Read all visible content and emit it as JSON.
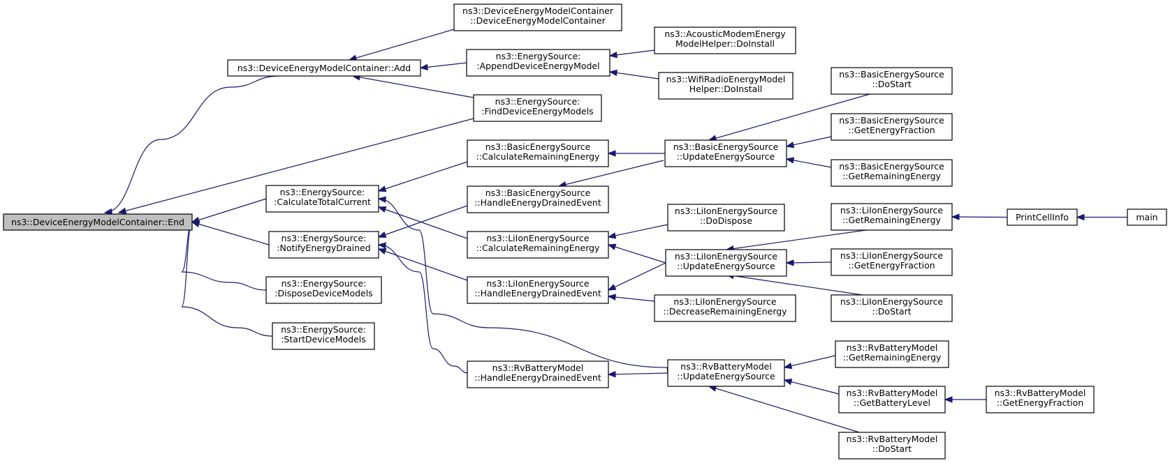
{
  "colors": {
    "edge": "#191970",
    "root_fill": "#bfbfbf",
    "node_fill": "#ffffff",
    "node_border": "#000000"
  },
  "nodes": [
    {
      "id": "end",
      "lines": [
        "ns3::DeviceEnergyModelContainer::End"
      ],
      "root": true
    },
    {
      "id": "add",
      "lines": [
        "ns3::DeviceEnergyModelContainer::Add"
      ]
    },
    {
      "id": "ctor",
      "lines": [
        "ns3::DeviceEnergyModelContainer",
        "::DeviceEnergyModelContainer"
      ]
    },
    {
      "id": "append",
      "lines": [
        "ns3::EnergySource:",
        ":AppendDeviceEnergyModel"
      ]
    },
    {
      "id": "acoustic",
      "lines": [
        "ns3::AcousticModemEnergy",
        "ModelHelper::DoInstall"
      ]
    },
    {
      "id": "wifi",
      "lines": [
        "ns3::WifiRadioEnergyModel",
        "Helper::DoInstall"
      ]
    },
    {
      "id": "find",
      "lines": [
        "ns3::EnergySource:",
        ":FindDeviceEnergyModels"
      ]
    },
    {
      "id": "calcTotal",
      "lines": [
        "ns3::EnergySource:",
        ":CalculateTotalCurrent"
      ]
    },
    {
      "id": "notify",
      "lines": [
        "ns3::EnergySource:",
        ":NotifyEnergyDrained"
      ]
    },
    {
      "id": "dispose",
      "lines": [
        "ns3::EnergySource:",
        ":DisposeDeviceModels"
      ]
    },
    {
      "id": "startDev",
      "lines": [
        "ns3::EnergySource:",
        ":StartDeviceModels"
      ]
    },
    {
      "id": "bCalcRem",
      "lines": [
        "ns3::BasicEnergySource",
        "::CalculateRemainingEnergy"
      ]
    },
    {
      "id": "bHandle",
      "lines": [
        "ns3::BasicEnergySource",
        "::HandleEnergyDrainedEvent"
      ]
    },
    {
      "id": "bUpdate",
      "lines": [
        "ns3::BasicEnergySource",
        "::UpdateEnergySource"
      ]
    },
    {
      "id": "bDoStart",
      "lines": [
        "ns3::BasicEnergySource",
        "::DoStart"
      ]
    },
    {
      "id": "bGetFrac",
      "lines": [
        "ns3::BasicEnergySource",
        "::GetEnergyFraction"
      ]
    },
    {
      "id": "bGetRem",
      "lines": [
        "ns3::BasicEnergySource",
        "::GetRemainingEnergy"
      ]
    },
    {
      "id": "lCalcRem",
      "lines": [
        "ns3::LiIonEnergySource",
        "::CalculateRemainingEnergy"
      ]
    },
    {
      "id": "lHandle",
      "lines": [
        "ns3::LiIonEnergySource",
        "::HandleEnergyDrainedEvent"
      ]
    },
    {
      "id": "lDoDispose",
      "lines": [
        "ns3::LiIonEnergySource",
        "::DoDispose"
      ]
    },
    {
      "id": "lUpdate",
      "lines": [
        "ns3::LiIonEnergySource",
        "::UpdateEnergySource"
      ]
    },
    {
      "id": "lDecrease",
      "lines": [
        "ns3::LiIonEnergySource",
        "::DecreaseRemainingEnergy"
      ]
    },
    {
      "id": "lGetRem",
      "lines": [
        "ns3::LiIonEnergySource",
        "::GetRemainingEnergy"
      ]
    },
    {
      "id": "lGetFrac",
      "lines": [
        "ns3::LiIonEnergySource",
        "::GetEnergyFraction"
      ]
    },
    {
      "id": "lDoStart",
      "lines": [
        "ns3::LiIonEnergySource",
        "::DoStart"
      ]
    },
    {
      "id": "printCell",
      "lines": [
        "PrintCellInfo"
      ]
    },
    {
      "id": "main",
      "lines": [
        "main"
      ]
    },
    {
      "id": "rHandle",
      "lines": [
        "ns3::RvBatteryModel",
        "::HandleEnergyDrainedEvent"
      ]
    },
    {
      "id": "rUpdate",
      "lines": [
        "ns3::RvBatteryModel",
        "::UpdateEnergySource"
      ]
    },
    {
      "id": "rGetRem",
      "lines": [
        "ns3::RvBatteryModel",
        "::GetRemainingEnergy"
      ]
    },
    {
      "id": "rGetBatt",
      "lines": [
        "ns3::RvBatteryModel",
        "::GetBatteryLevel"
      ]
    },
    {
      "id": "rDoStart",
      "lines": [
        "ns3::RvBatteryModel",
        "::DoStart"
      ]
    },
    {
      "id": "rGetFrac",
      "lines": [
        "ns3::RvBatteryModel",
        "::GetEnergyFraction"
      ]
    }
  ],
  "edges": [
    [
      "end",
      "add"
    ],
    [
      "end",
      "find"
    ],
    [
      "end",
      "calcTotal"
    ],
    [
      "end",
      "notify"
    ],
    [
      "end",
      "dispose"
    ],
    [
      "end",
      "startDev"
    ],
    [
      "add",
      "ctor"
    ],
    [
      "add",
      "append"
    ],
    [
      "add",
      "find"
    ],
    [
      "append",
      "acoustic"
    ],
    [
      "append",
      "wifi"
    ],
    [
      "calcTotal",
      "bCalcRem"
    ],
    [
      "calcTotal",
      "lCalcRem"
    ],
    [
      "calcTotal",
      "rUpdate"
    ],
    [
      "notify",
      "bHandle"
    ],
    [
      "notify",
      "lHandle"
    ],
    [
      "notify",
      "rHandle"
    ],
    [
      "bCalcRem",
      "bUpdate"
    ],
    [
      "bHandle",
      "bUpdate"
    ],
    [
      "bUpdate",
      "bDoStart"
    ],
    [
      "bUpdate",
      "bGetFrac"
    ],
    [
      "bUpdate",
      "bGetRem"
    ],
    [
      "lCalcRem",
      "lDoDispose"
    ],
    [
      "lCalcRem",
      "lUpdate"
    ],
    [
      "lHandle",
      "lUpdate"
    ],
    [
      "lHandle",
      "lDecrease"
    ],
    [
      "lUpdate",
      "lGetRem"
    ],
    [
      "lUpdate",
      "lGetFrac"
    ],
    [
      "lUpdate",
      "lDoStart"
    ],
    [
      "lGetRem",
      "printCell"
    ],
    [
      "printCell",
      "main"
    ],
    [
      "rHandle",
      "rUpdate"
    ],
    [
      "rUpdate",
      "rGetRem"
    ],
    [
      "rUpdate",
      "rGetBatt"
    ],
    [
      "rUpdate",
      "rDoStart"
    ],
    [
      "rGetBatt",
      "rGetFrac"
    ]
  ]
}
